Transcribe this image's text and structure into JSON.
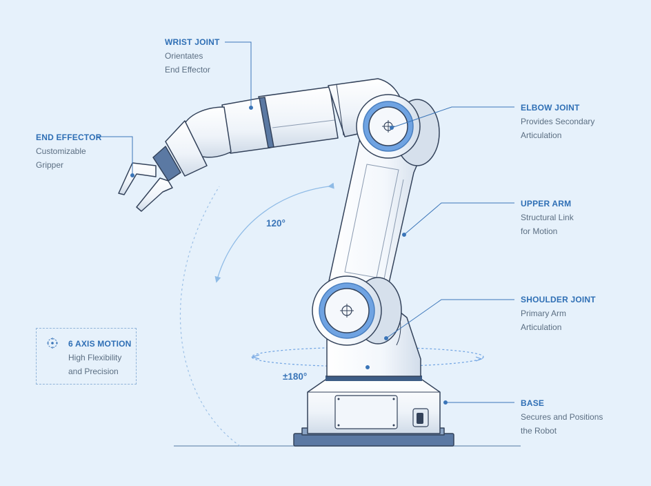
{
  "labels": {
    "wrist": {
      "title": "WRIST JOINT",
      "line1": "Orientates",
      "line2": "End Effector"
    },
    "end_effector": {
      "title": "END EFFECTOR",
      "line1": "Customizable",
      "line2": "Gripper"
    },
    "elbow": {
      "title": "ELBOW JOINT",
      "line1": "Provides Secondary",
      "line2": "Articulation"
    },
    "upper_arm": {
      "title": "UPPER ARM",
      "line1": "Structural Link",
      "line2": "for Motion"
    },
    "shoulder": {
      "title": "SHOULDER JOINT",
      "line1": "Primary Arm",
      "line2": "Articulation"
    },
    "base": {
      "title": "BASE",
      "line1": "Secures and Positions",
      "line2": "the Robot"
    }
  },
  "motion": {
    "title": "6 AXIS MOTION",
    "line1": "High Flexibility",
    "line2": "and Precision"
  },
  "angles": {
    "arc": "120°",
    "rotation": "±180°"
  },
  "colors": {
    "background": "#e6f1fb",
    "accent": "#2f6fb5",
    "joint_ring": "#6fa3e2",
    "outline": "#33425a",
    "text_muted": "#5b6e82"
  }
}
